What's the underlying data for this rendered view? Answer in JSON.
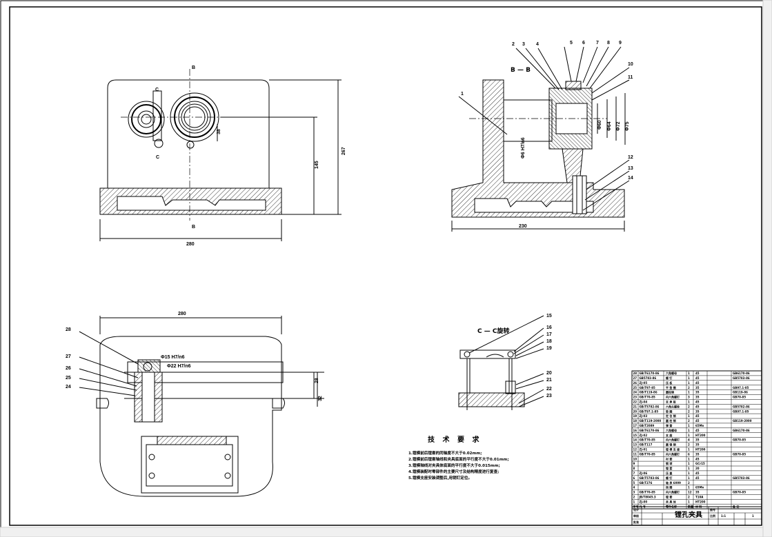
{
  "views": {
    "front": {
      "section_top": "B",
      "section_bottom": "B",
      "cut_c_top": "C",
      "cut_c_bottom": "C",
      "dim_width": "280",
      "dim_height": "267",
      "dim_mid": "145",
      "dim_small": "38"
    },
    "section": {
      "title": "B — B",
      "dim_width": "230",
      "dims": [
        "Φ60",
        "Φ64",
        "Φ72",
        "Φ75"
      ]
    },
    "top": {
      "dim_width": "280",
      "dim_r1": "28",
      "dim_r2": "32"
    },
    "detail": {
      "title": "C — C旋转"
    }
  },
  "balloons": {
    "section": [
      "1",
      "2",
      "3",
      "4",
      "5",
      "6",
      "7",
      "8",
      "9",
      "10",
      "11",
      "12",
      "13",
      "14"
    ],
    "detail": [
      "15",
      "16",
      "17",
      "18",
      "19",
      "20",
      "21",
      "22",
      "23"
    ],
    "top": [
      "28",
      "27",
      "26",
      "25",
      "24"
    ]
  },
  "fits": {
    "section": "Φ6 H7/n6",
    "top_a": "Φ15 H7/n6",
    "top_b": "Φ22 H7/n6"
  },
  "tech_requirements": {
    "heading": "技 术 要 求",
    "items": [
      "1.镗模前后镗套的同轴度不大于0.02mm;",
      "2.镗模前后镗套轴线和夹具底面的平行度不大于0.01mm;",
      "3.镗模轴线对夹具体底面的平行度不大于0.015mm;",
      "4.镗模装配时零部件的主要尺寸及结构精度进行复查;",
      "5.镗模支座安装调整后,用销钉定位。"
    ]
  },
  "title_block": {
    "title": "镗孔夹具",
    "scale_label": "比例",
    "scale": "1:1",
    "sheet_label": "图号",
    "qty": "1",
    "headers": [
      "序号",
      "代 号",
      "零件名称",
      "数量",
      "材 料",
      "备 注"
    ],
    "rows": [
      [
        "28",
        "GB/T6170-86",
        "六角螺母",
        "1",
        "45",
        "GB6170-86"
      ],
      [
        "27",
        "GB5783-86",
        "螺 钉",
        "1",
        "45",
        "GB5783-86"
      ],
      [
        "26",
        "ZJ-05",
        "压 板",
        "1",
        "45",
        ""
      ],
      [
        "25",
        "GB/T97-85",
        "平 垫 圈",
        "2",
        "35",
        "GB97.1-85"
      ],
      [
        "24",
        "GB/T119-86",
        "圆柱销",
        "1",
        "35",
        "GB119-86"
      ],
      [
        "23",
        "GB/T70-85",
        "内六角螺钉",
        "3",
        "35",
        "GB70-85"
      ],
      [
        "22",
        "ZJ-04",
        "支 承 板",
        "1",
        "45",
        ""
      ],
      [
        "21",
        "GB/T5782-86",
        "六角头螺栓",
        "2",
        "45",
        "GB5782-86"
      ],
      [
        "20",
        "GB/T97.1-85",
        "垫 圈",
        "2",
        "35",
        "GB97.1-85"
      ],
      [
        "19",
        "ZJ-03",
        "定 位 销",
        "1",
        "45",
        ""
      ],
      [
        "18",
        "GB/T119-2000",
        "圆 柱 销",
        "2",
        "45",
        "GB119-2000"
      ],
      [
        "17",
        "GB/T2089",
        "弹 簧",
        "1",
        "65Mn",
        ""
      ],
      [
        "16",
        "GB/T6170-86",
        "六角螺母",
        "1",
        "45",
        "GB6170-86"
      ],
      [
        "15",
        "ZJ-02",
        "支 座",
        "1",
        "HT200",
        ""
      ],
      [
        "14",
        "GB/T70-85",
        "内六角螺钉",
        "4",
        "35",
        "GB70-85"
      ],
      [
        "13",
        "GB/T117",
        "圆 锥 销",
        "2",
        "35",
        ""
      ],
      [
        "12",
        "ZJ-01",
        "镗 模 支 座",
        "1",
        "HT200",
        ""
      ],
      [
        "11",
        "GB/T70-85",
        "内六角螺钉",
        "6",
        "35",
        "GB70-85"
      ],
      [
        "10",
        "",
        "衬 套",
        "1",
        "45",
        ""
      ],
      [
        "9",
        "",
        "钢 球",
        "1",
        "GCr15",
        ""
      ],
      [
        "8",
        "",
        "镗 套",
        "1",
        "20",
        ""
      ],
      [
        "7",
        "ZJ-06",
        "压 盖",
        "1",
        "45",
        ""
      ],
      [
        "6",
        "GB/T5783-86",
        "螺 钉",
        "1",
        "45",
        "GB5783-86"
      ],
      [
        "5",
        "GB/T276",
        "轴 承 6009",
        "2",
        "",
        ""
      ],
      [
        "4",
        "",
        "挡 圈",
        "1",
        "65Mn",
        ""
      ],
      [
        "3",
        "GB/T70-85",
        "内六角螺钉",
        "12",
        "35",
        "GB70-85"
      ],
      [
        "2",
        "JB/T8045.3",
        "镗 套",
        "2",
        "T10A",
        ""
      ],
      [
        "1",
        "ZJ-00",
        "夹 具 体",
        "1",
        "HT200",
        ""
      ]
    ],
    "footer_rows": [
      [
        "设计",
        "",
        "",
        "",
        "",
        ""
      ],
      [
        "审核",
        "",
        "",
        "",
        "",
        ""
      ],
      [
        "批准",
        "",
        "",
        "",
        "",
        ""
      ]
    ]
  }
}
